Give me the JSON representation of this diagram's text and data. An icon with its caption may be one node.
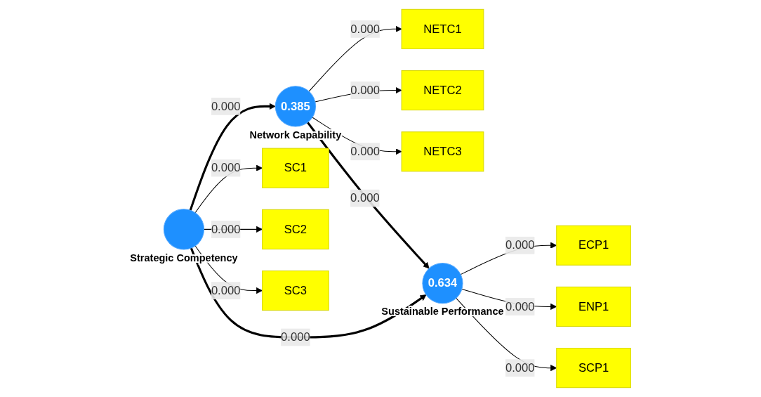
{
  "diagram": {
    "nodes": [
      {
        "text": [
          "NETC1"
        ]
      },
      {
        "text": [
          "NETC2"
        ]
      },
      {
        "text": [
          "NETC3"
        ]
      },
      {
        "text": [
          "0.385"
        ],
        "beside": [
          "Network Capability"
        ]
      },
      {
        "text": [
          "SC1"
        ]
      },
      {
        "text": [
          "SC2"
        ]
      },
      {
        "text": [
          "SC3"
        ]
      },
      {
        "text": [],
        "shape": "circle",
        "beside": [
          "Strategic Competency"
        ]
      },
      {
        "text": [
          "0.634"
        ],
        "beside": [
          "Sustainable Performance"
        ]
      },
      {
        "text": [
          "ECP1"
        ]
      },
      {
        "text": [
          "ENP1"
        ]
      },
      {
        "text": [
          "SCP1"
        ]
      }
    ],
    "edges": [
      {
        "from": 3,
        "to": 0,
        "arrow": "to",
        "label": "0.000"
      },
      {
        "from": 3,
        "to": 1,
        "arrow": "to",
        "label": "0.000"
      },
      {
        "from": 3,
        "to": 2,
        "arrow": "to",
        "label": "0.000"
      },
      {
        "from": 7,
        "to": 4,
        "arrow": "to",
        "label": "0.000"
      },
      {
        "from": 7,
        "to": 5,
        "arrow": "to",
        "label": "0.000"
      },
      {
        "from": 7,
        "to": 6,
        "arrow": "to",
        "label": "0.000"
      },
      {
        "from": 7,
        "to": 3,
        "arrow": "to",
        "label": "0.000",
        "style": "thick"
      },
      {
        "from": 3,
        "to": 8,
        "arrow": "to",
        "label": "0.000",
        "style": "thick"
      },
      {
        "from": 7,
        "to": 8,
        "arrow": "to",
        "label": "0.000",
        "style": "thick"
      },
      {
        "from": 8,
        "to": 9,
        "arrow": "to",
        "label": "0.000"
      },
      {
        "from": 8,
        "to": 10,
        "arrow": "to",
        "label": "0.000"
      },
      {
        "from": 8,
        "to": 11,
        "arrow": "to",
        "label": "0.000"
      }
    ]
  }
}
